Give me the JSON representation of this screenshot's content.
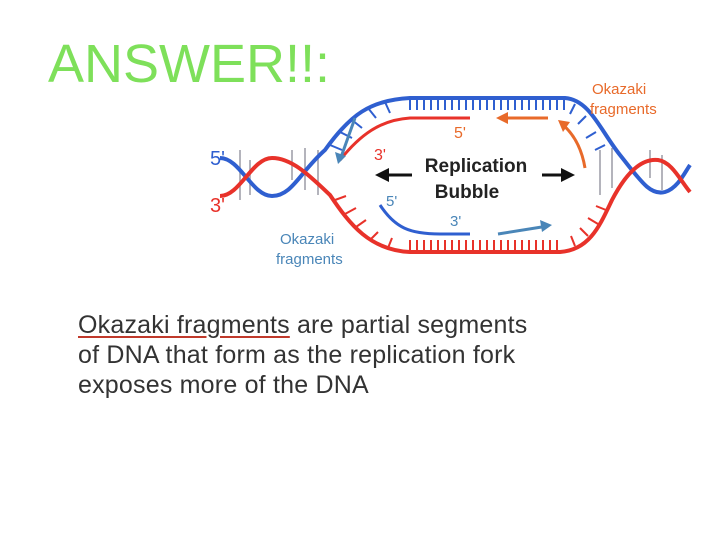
{
  "slide": {
    "title": "ANSWER!!:",
    "title_color": "#7ee05a",
    "text_term": "Okazaki fragments",
    "text_rest": " are partial segments of DNA that form as the replication fork exposes more of the DNA",
    "text_color": "#333333"
  },
  "diagram": {
    "label_5prime_left": "5'",
    "label_3prime_left": "3'",
    "label_5prime_top": "5'",
    "label_3prime_top": "3'",
    "label_5prime_inner": "5'",
    "label_3prime_inner": "3'",
    "bubble_line1": "Replication",
    "bubble_line2": "Bubble",
    "okazaki_top_line1": "Okazaki",
    "okazaki_top_line2": "fragments",
    "okazaki_bottom_line1": "Okazaki",
    "okazaki_bottom_line2": "fragments",
    "strand_blue": "#2f5fd0",
    "strand_red": "#e8322a",
    "fragment_orange": "#e86a2a",
    "fragment_teal": "#4a86b8"
  }
}
